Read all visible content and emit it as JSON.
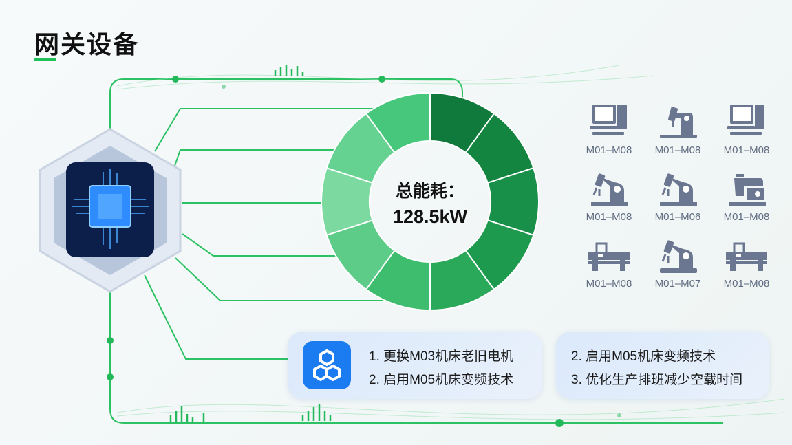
{
  "title": "网关设备",
  "center": {
    "label": "总能耗：",
    "value": "128.5kW"
  },
  "donut": {
    "segments": 10,
    "colors": [
      "#0f7a3c",
      "#138540",
      "#19904a",
      "#1e9a4e",
      "#2aa95a",
      "#3dbd6d",
      "#5ccc88",
      "#7cd9a0",
      "#66d291",
      "#47c77b"
    ]
  },
  "machines": [
    {
      "icon": "computer-icon",
      "label": "M01–M08"
    },
    {
      "icon": "drill-press-icon",
      "label": "M01–M08"
    },
    {
      "icon": "computer-icon",
      "label": "M01–M08"
    },
    {
      "icon": "robot-arm-icon",
      "label": "M01–M08"
    },
    {
      "icon": "robot-arm-icon",
      "label": "M01–M06"
    },
    {
      "icon": "sewing-machine-icon",
      "label": "M01–M08"
    },
    {
      "icon": "lathe-icon",
      "label": "M01–M08"
    },
    {
      "icon": "robot-arm-icon",
      "label": "M01–M07"
    },
    {
      "icon": "lathe-icon",
      "label": "M01–M08"
    }
  ],
  "card1": {
    "icon": "hexagon-network-icon",
    "lines": [
      "1. 更换M03机床老旧电机",
      "2. 启用M05机床变频技术"
    ]
  },
  "card2": {
    "lines": [
      "2. 启用M05机床变频技术",
      "3. 优化生产排班减少空载时间"
    ]
  },
  "colors": {
    "accent": "#1fbf5a",
    "icon": "#6b7690",
    "blue": "#1a7cf0"
  }
}
